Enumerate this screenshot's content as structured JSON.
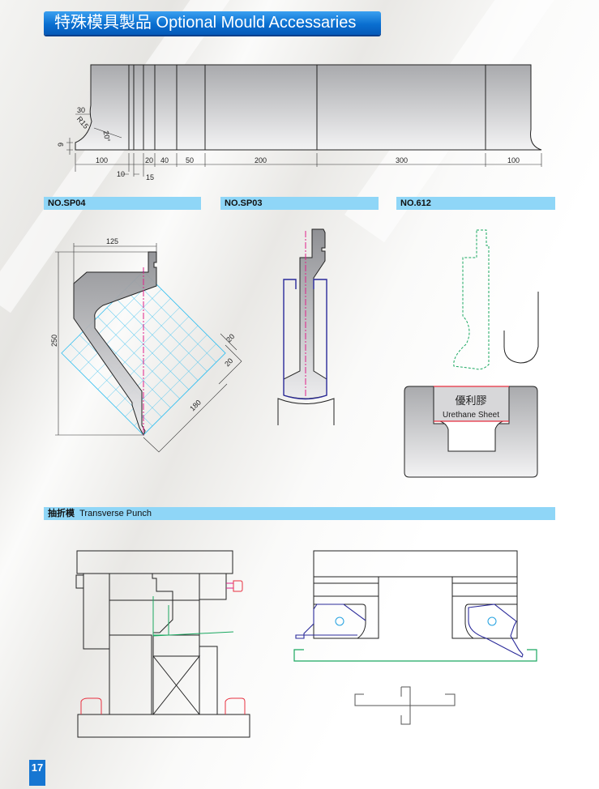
{
  "header": {
    "title": "特殊模具製品 Optional Mould Accessaries"
  },
  "top_drawing": {
    "dims": {
      "d30": "30",
      "r15": "R15",
      "a20": "20°",
      "d9": "9",
      "d100a": "100",
      "d10": "10",
      "d15": "15",
      "d20": "20",
      "d40": "40",
      "d50": "50",
      "d200": "200",
      "d300": "300",
      "d100b": "100"
    }
  },
  "sections": {
    "sp04": {
      "label": "NO.SP04",
      "dims": {
        "w": "125",
        "h": "250",
        "g1": "20",
        "g2": "20",
        "g3": "180"
      }
    },
    "sp03": {
      "label": "NO.SP03"
    },
    "n612": {
      "label": "NO.612",
      "sheet_cn": "優利膠",
      "sheet_en": "Urethane Sheet"
    },
    "transverse": {
      "label_cn": "抽折模",
      "label_en": "Transverse Punch"
    }
  },
  "page_number": "17",
  "colors": {
    "title_blue": "#0a6fd0",
    "section_bar": "#8fd6f7",
    "grid_cyan": "#39c0f0",
    "centerline": "#e0208a",
    "housing": "#2a2a9a",
    "green": "#1aa860",
    "red": "#e83040"
  }
}
